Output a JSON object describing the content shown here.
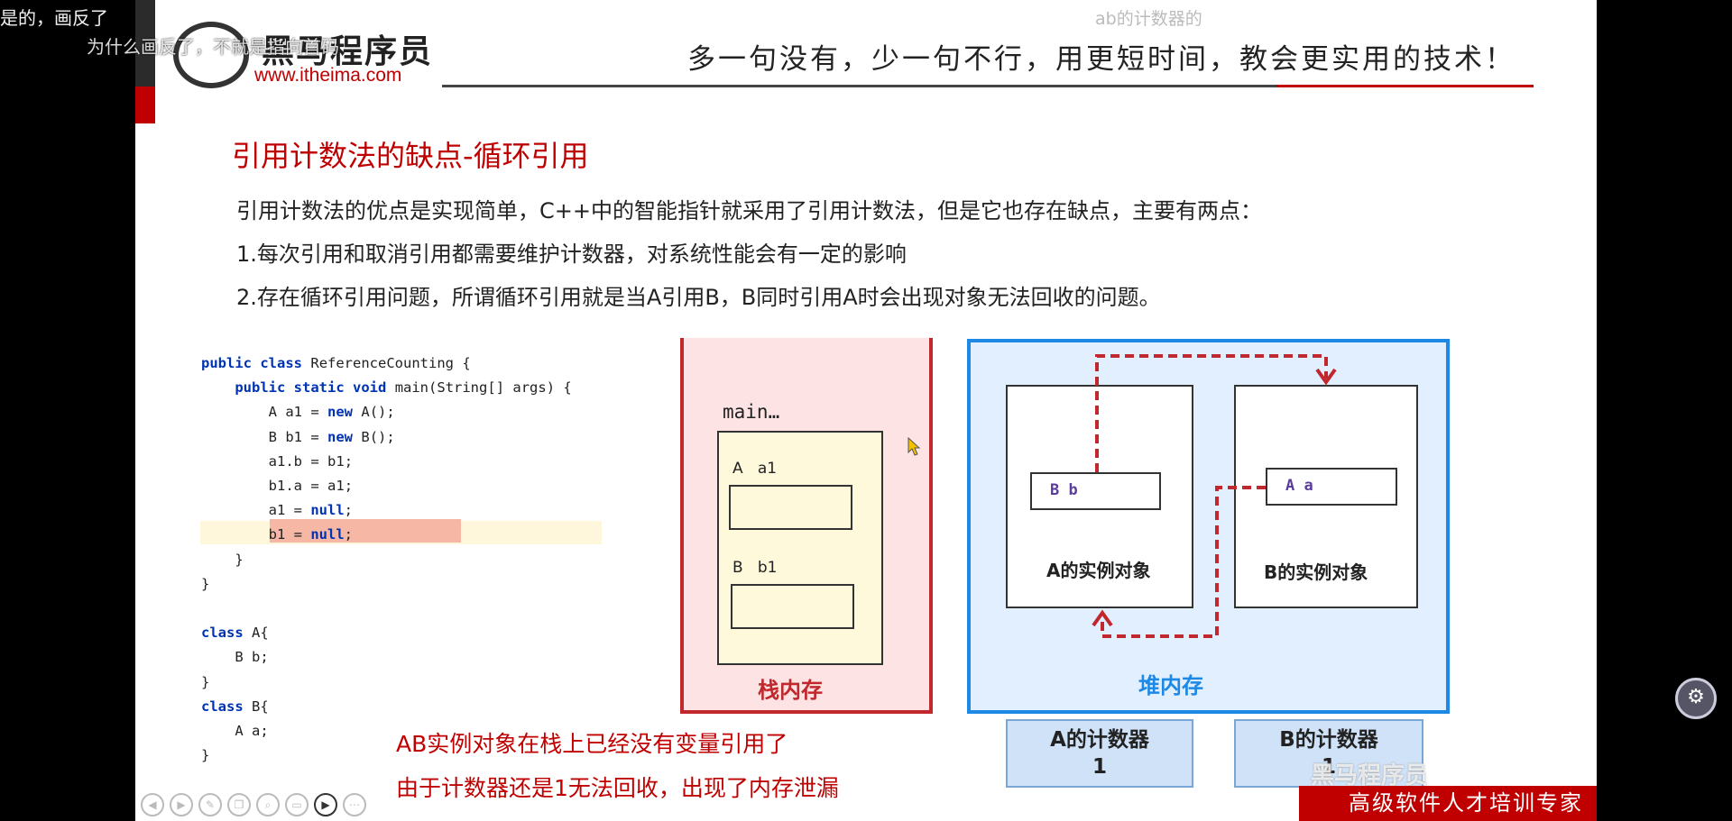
{
  "overlays": {
    "comment_1": "是的，画反了",
    "comment_2": "为什么画反了，不就是指向首码",
    "top_caption": "ab的计数器的"
  },
  "header": {
    "logo_text": "黑马程序员",
    "logo_url": "www.itheima.com",
    "slogan": "多一句没有，少一句不行，用更短时间，教会更实用的技术！"
  },
  "slide": {
    "title": "引用计数法的缺点-循环引用",
    "paragraphs": [
      "引用计数法的优点是实现简单，C++中的智能指针就采用了引用计数法，但是它也存在缺点，主要有两点：",
      "1.每次引用和取消引用都需要维护计数器，对系统性能会有一定的影响",
      "2.存在循环引用问题，所谓循环引用就是当A引用B，B同时引用A时会出现对象无法回收的问题。"
    ],
    "code_lines": [
      "public class ReferenceCounting {",
      "    public static void main(String[] args) {",
      "        A a1 = new A();",
      "        B b1 = new B();",
      "        a1.b = b1;",
      "        b1.a = a1;",
      "        a1 = null;",
      "        b1 = null;",
      "    }",
      "}",
      "",
      "class A{",
      "    B b;",
      "}",
      "class B{",
      "    A a;",
      "}"
    ],
    "stack": {
      "frame_label": "main…",
      "var_a": "A   a1",
      "var_b": "B   b1",
      "label": "栈内存"
    },
    "heap": {
      "field_b": "B  b",
      "field_a": "A  a",
      "obj_a_label": "A的实例对象",
      "obj_b_label": "B的实例对象",
      "label": "堆内存"
    },
    "counters": [
      {
        "name": "A的计数器",
        "value": "1"
      },
      {
        "name": "B的计数器",
        "value": "1"
      }
    ],
    "notes": [
      "AB实例对象在栈上已经没有变量引用了",
      "由于计数器还是1无法回收，出现了内存泄漏"
    ],
    "footer_banner": "高级软件人才培训专家",
    "watermark": "黑马程序员"
  },
  "colors": {
    "accent_red": "#c00000",
    "heap_blue": "#1e88e5"
  }
}
